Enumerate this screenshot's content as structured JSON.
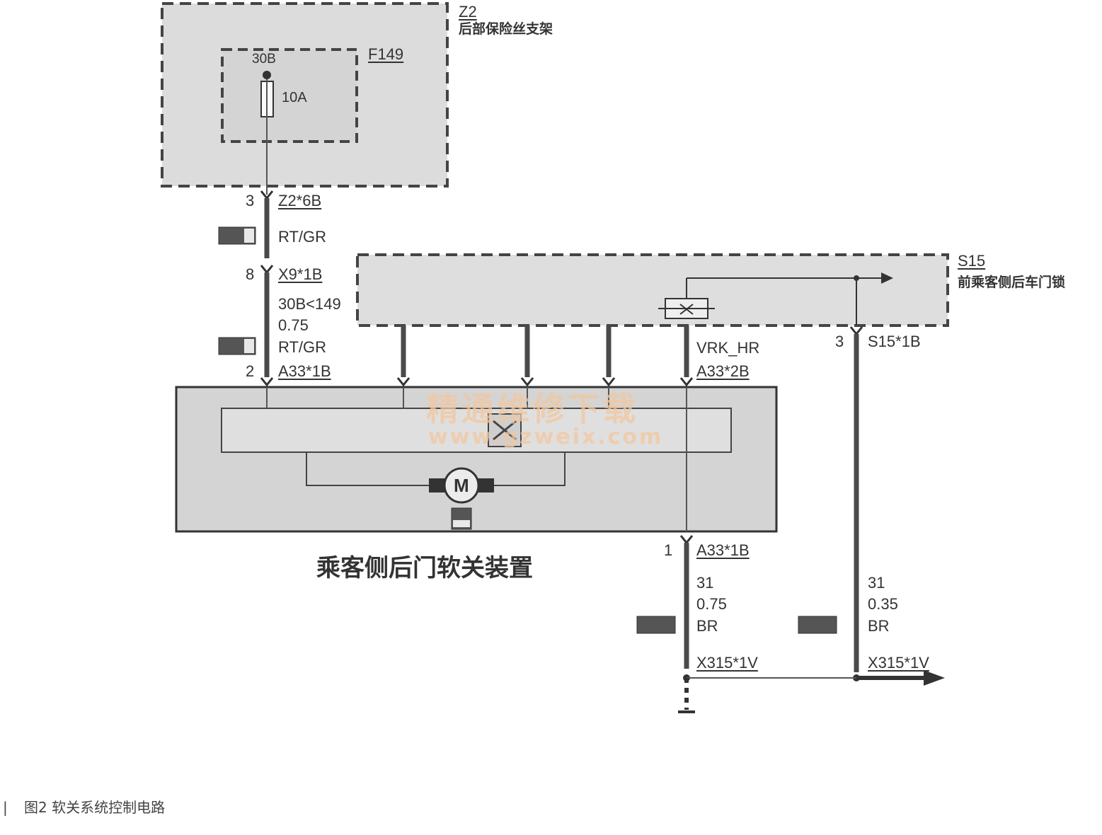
{
  "fuse_bracket": {
    "id": "Z2",
    "name": "后部保险丝支架"
  },
  "fuse": {
    "id": "F149",
    "terminal": "30B",
    "rating": "10A"
  },
  "lock": {
    "id": "S15",
    "name": "前乘客侧后车门锁"
  },
  "device": {
    "name": "乘客侧后门软关装置",
    "motor_symbol": "M"
  },
  "wire_supply": {
    "pin_top": "3",
    "conn_top": "Z2*6B",
    "color_top": "RT/GR",
    "pin_mid": "8",
    "conn_mid": "X9*1B",
    "signal": "30B<149",
    "gauge": "0.75",
    "color": "RT/GR",
    "pin_bottom": "2",
    "conn_bottom": "A33*1B"
  },
  "wire_vrk": {
    "signal": "VRK_HR",
    "conn": "A33*2B"
  },
  "wire_lock_ground": {
    "pin": "3",
    "conn": "S15*1B",
    "signal": "31",
    "gauge": "0.35",
    "color": "BR",
    "conn_ground": "X315*1V"
  },
  "wire_ground": {
    "pin": "1",
    "conn": "A33*1B",
    "signal": "31",
    "gauge": "0.75",
    "color": "BR",
    "conn_ground": "X315*1V"
  },
  "watermark": {
    "text_cn": "精通维修下载",
    "url": "www.gzweix.com"
  },
  "caption": {
    "marker": "|",
    "text": "图2  软关系统控制电路"
  },
  "colors": {
    "box_fill": "#dedede",
    "wire": "#4a4a4a",
    "watermark": "#f2c7a0"
  }
}
